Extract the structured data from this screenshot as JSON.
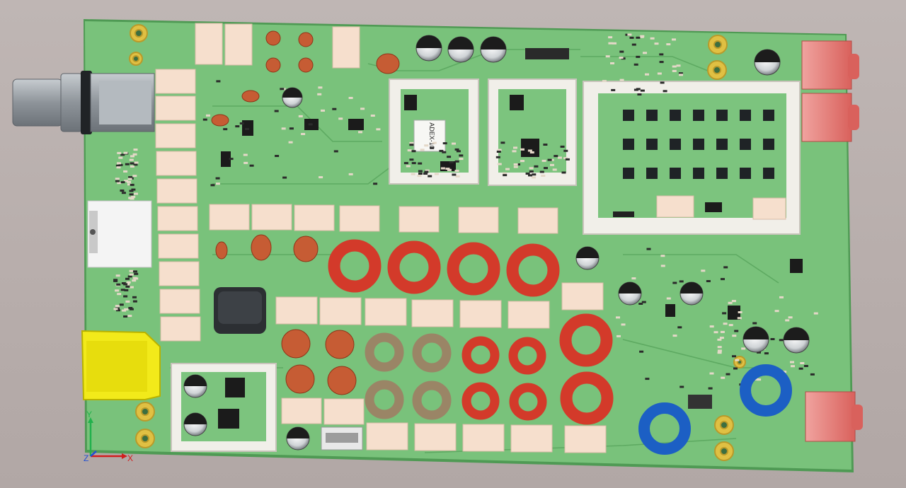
{
  "board": {
    "chip_marking": "ADEX-10",
    "axes": {
      "x": "X",
      "y": "Y",
      "z": "Z"
    }
  },
  "colors": {
    "background": "#b9afad",
    "pcb": "#79c27b",
    "pcb_edge": "#4f9a54",
    "toroid_red": "#d33a2a",
    "toroid_tan": "#9a8566",
    "toroid_blue": "#1c5fc4",
    "bnc": "#9aa0a6",
    "yellow_conn": "#f2ea1a",
    "pink_jack": "#e9837f",
    "shield": "#f1efe9",
    "relay": "#f6dfcd"
  }
}
